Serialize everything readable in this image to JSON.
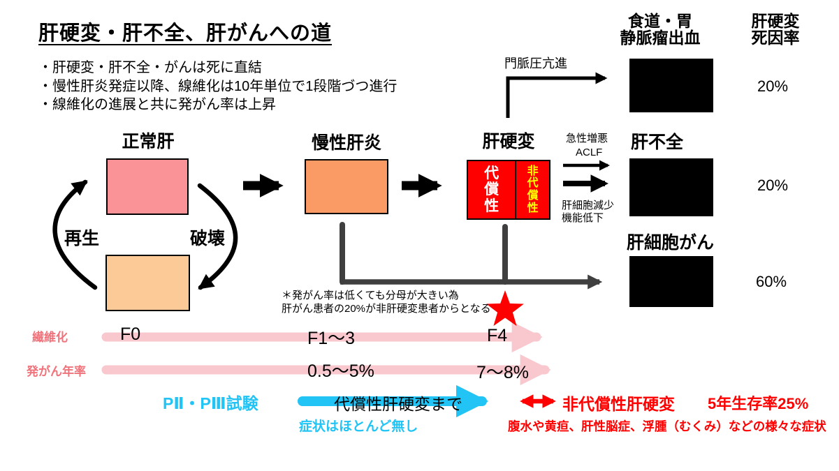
{
  "title": "肝硬変・肝不全、肝がんへの道",
  "bullets": {
    "b1": "・肝硬変・肝不全・がんは死に直結",
    "b2": "・慢性肝炎発症以降、線維化は10年単位で1段階づつ進行",
    "b3": "・線維化の進展と共に発がん率は上昇"
  },
  "flow": {
    "normal_liver": "正常肝",
    "chronic_hepatitis": "慢性肝炎",
    "cirrhosis": "肝硬変",
    "compensated": "代償性",
    "decompensated": "非代償性",
    "regeneration": "再生",
    "destruction": "破壊"
  },
  "right_panel": {
    "variceal_title_l1": "食道・胃",
    "variceal_title_l2": "静脈瘤出血",
    "death_rate_title_l1": "肝硬変",
    "death_rate_title_l2": "死因率",
    "portal_hypertension": "門脈圧亢進",
    "liver_failure": "肝不全",
    "acute_exacerbation": "急性増悪",
    "aclf": "ACLF",
    "hepatocyte_loss": "肝細胞減少",
    "function_decline": "機能低下",
    "hcc": "肝細胞がん",
    "variceal_rate": "20%",
    "failure_rate": "20%",
    "hcc_rate": "60%"
  },
  "note": {
    "l1": "＊発がん率は低くても分母が大きい為",
    "l2": "肝がん患者の20%が非肝硬変患者からとなる"
  },
  "fibrosis": {
    "label": "繊維化",
    "f0": "F0",
    "f1_3": "F1〜3",
    "f4": "F4"
  },
  "cancer_rate": {
    "label": "発がん年率",
    "mid": "0.5〜5%",
    "high": "7〜8%"
  },
  "trial": {
    "label": "PⅡ・PⅢ試験",
    "range_text": "代償性肝硬変まで",
    "no_symptoms": "症状はほとんど無し",
    "decompensated": "非代償性肝硬変",
    "survival": "5年生存率25%",
    "symptoms": "腹水や黄疸、肝性脳症、浮腫（むくみ）などの様々な症状"
  },
  "colors": {
    "pink_box": "#FA9397",
    "orange_box": "#FA9A64",
    "peach_box": "#FBCA96",
    "red_box": "#FE0000",
    "black_box": "#000000",
    "pink_arrow": "#F9C7CE",
    "pink_label": "#F0727A",
    "cyan": "#22C4F5",
    "red_text": "#FF0000",
    "dark_line": "#3F3F3F"
  }
}
